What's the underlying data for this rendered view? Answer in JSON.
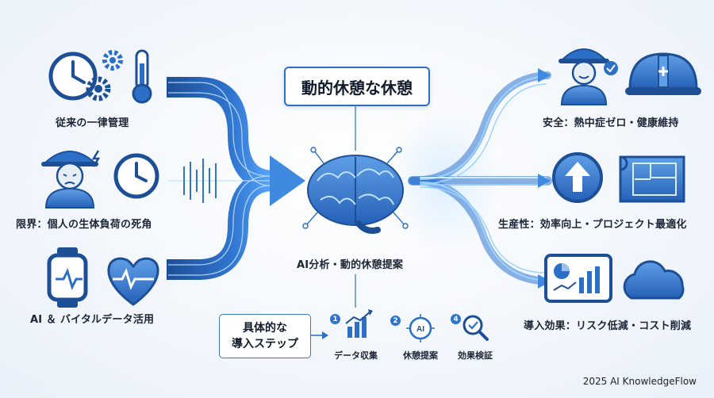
{
  "title": "動的休憩な休憩",
  "left": [
    {
      "label": "従来の一律管理",
      "icons": [
        "clock-icon",
        "gear-icon",
        "thermometer-icon"
      ]
    },
    {
      "label": "限界：個人の生体負荷の死角",
      "icons": [
        "worker-icon",
        "clock-icon"
      ]
    },
    {
      "label": "AI ＆ バイタルデータ活用",
      "icons": [
        "smartwatch-icon",
        "heart-pulse-icon"
      ]
    }
  ],
  "center": {
    "label": "AI分析・動的休憩提案",
    "icon": "brain-icon"
  },
  "right": [
    {
      "label": "安全：熱中症ゼロ・健康維持",
      "icons": [
        "worker-icon",
        "hardhat-icon"
      ]
    },
    {
      "label": "生産性：効率向上・プロジェクト最適化",
      "icons": [
        "up-arrow-icon",
        "blueprint-icon"
      ]
    },
    {
      "label": "導入効果：リスク低減・コスト削減",
      "icons": [
        "tablet-chart-icon",
        "cloud-icon"
      ]
    }
  ],
  "steps": {
    "heading_line1": "具体的な",
    "heading_line2": "導入ステップ",
    "items": [
      {
        "number": "1",
        "label": "データ収集",
        "icon": "bar-chart-icon"
      },
      {
        "number": "2",
        "label": "休憩提案",
        "icon": "ai-chip-icon",
        "icon_text": "AI"
      },
      {
        "number": "4",
        "label": "効果検証",
        "icon": "magnifier-check-icon"
      }
    ]
  },
  "footer": "2025 AI KnowledgeFlow",
  "colors": {
    "primary": "#2b6fc7",
    "dark": "#1d4f96",
    "light": "#9cc3f0",
    "glow": "#5aa8ff"
  }
}
